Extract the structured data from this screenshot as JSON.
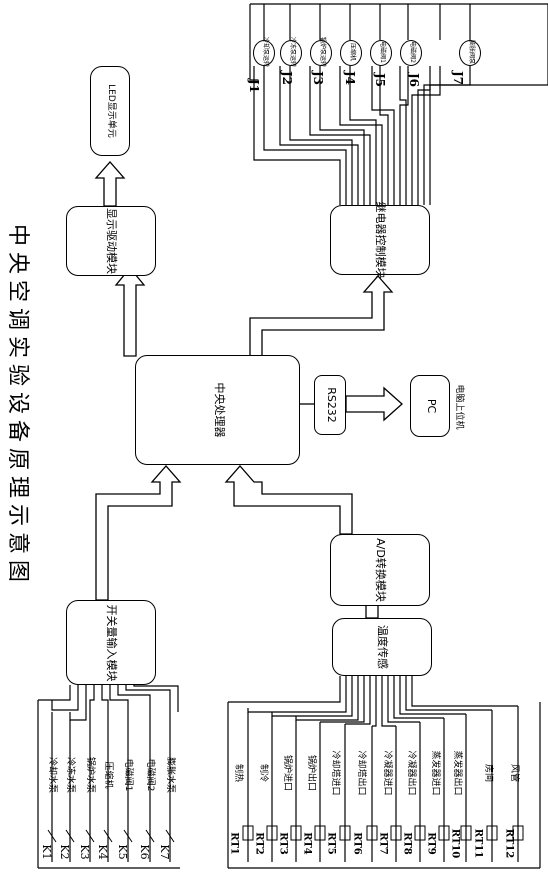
{
  "title": "中央空调实验设备原理示意图",
  "blocks": {
    "led_display": "LED显示单元",
    "drive_module": "显示驱动模块",
    "relay_module": "继电器控制模块",
    "cpu": "中央处理器",
    "rs232": "RS232",
    "pc": "PC",
    "pc_note": "电脑上位机",
    "ad_module": "A/D转换模块",
    "sensor_switch": "温度传感",
    "switch_input": "开关量输入模块"
  },
  "relays": [
    {
      "id": "J1",
      "name": "冷却泵运转"
    },
    {
      "id": "J2",
      "name": "冷冻泵运转"
    },
    {
      "id": "J3",
      "name": "锅炉泵运转"
    },
    {
      "id": "J4",
      "name": "压缩机"
    },
    {
      "id": "J5",
      "name": "电磁阀1"
    },
    {
      "id": "J6",
      "name": "电磁阀2"
    },
    {
      "id": "J7",
      "name": "膨胀阀泵"
    }
  ],
  "switches": [
    {
      "id": "K1",
      "name": "冷却水泵"
    },
    {
      "id": "K2",
      "name": "冷冻水泵"
    },
    {
      "id": "K3",
      "name": "锅炉水泵"
    },
    {
      "id": "K4",
      "name": "压缩机"
    },
    {
      "id": "K5",
      "name": "电磁阀1"
    },
    {
      "id": "K6",
      "name": "电磁阀2"
    },
    {
      "id": "K7",
      "name": "膨胀水泵"
    }
  ],
  "sensors": [
    {
      "id": "RT1",
      "name": "制热"
    },
    {
      "id": "RT2",
      "name": "制冷"
    },
    {
      "id": "RT3",
      "name": "锅炉进口"
    },
    {
      "id": "RT4",
      "name": "锅炉出口"
    },
    {
      "id": "RT5",
      "name": "冷却塔进口"
    },
    {
      "id": "RT6",
      "name": "冷却塔出口"
    },
    {
      "id": "RT7",
      "name": "冷凝器进口"
    },
    {
      "id": "RT8",
      "name": "冷凝器出口"
    },
    {
      "id": "RT9",
      "name": "蒸发器进口"
    },
    {
      "id": "RT10",
      "name": "蒸发器出口"
    },
    {
      "id": "RT11",
      "name": "房间"
    },
    {
      "id": "RT12",
      "name": "风管"
    }
  ]
}
